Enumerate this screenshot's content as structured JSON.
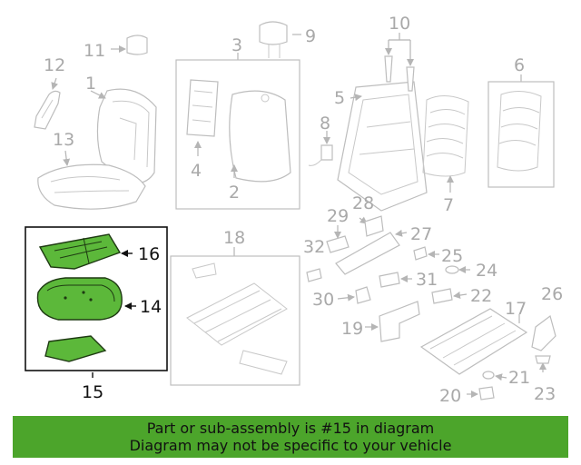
{
  "colors": {
    "highlight": "#5cb83a",
    "banner": "#4ca52b",
    "part_outline": "#bdbdbd",
    "selected_frame": "#111111"
  },
  "callouts": {
    "n1": "1",
    "n2": "2",
    "n3": "3",
    "n4": "4",
    "n5": "5",
    "n6": "6",
    "n7": "7",
    "n8": "8",
    "n9": "9",
    "n10": "10",
    "n11": "11",
    "n12": "12",
    "n13": "13",
    "n14": "14",
    "n15": "15",
    "n16": "16",
    "n17": "17",
    "n18": "18",
    "n19": "19",
    "n20": "20",
    "n21": "21",
    "n22": "22",
    "n23": "23",
    "n24": "24",
    "n25": "25",
    "n26": "26",
    "n27": "27",
    "n28": "28",
    "n29": "29",
    "n30": "30",
    "n31": "31",
    "n32": "32"
  },
  "banner": {
    "line1": "Part or sub-assembly is #15 in diagram",
    "line2": "Diagram may not be specific to your vehicle"
  }
}
